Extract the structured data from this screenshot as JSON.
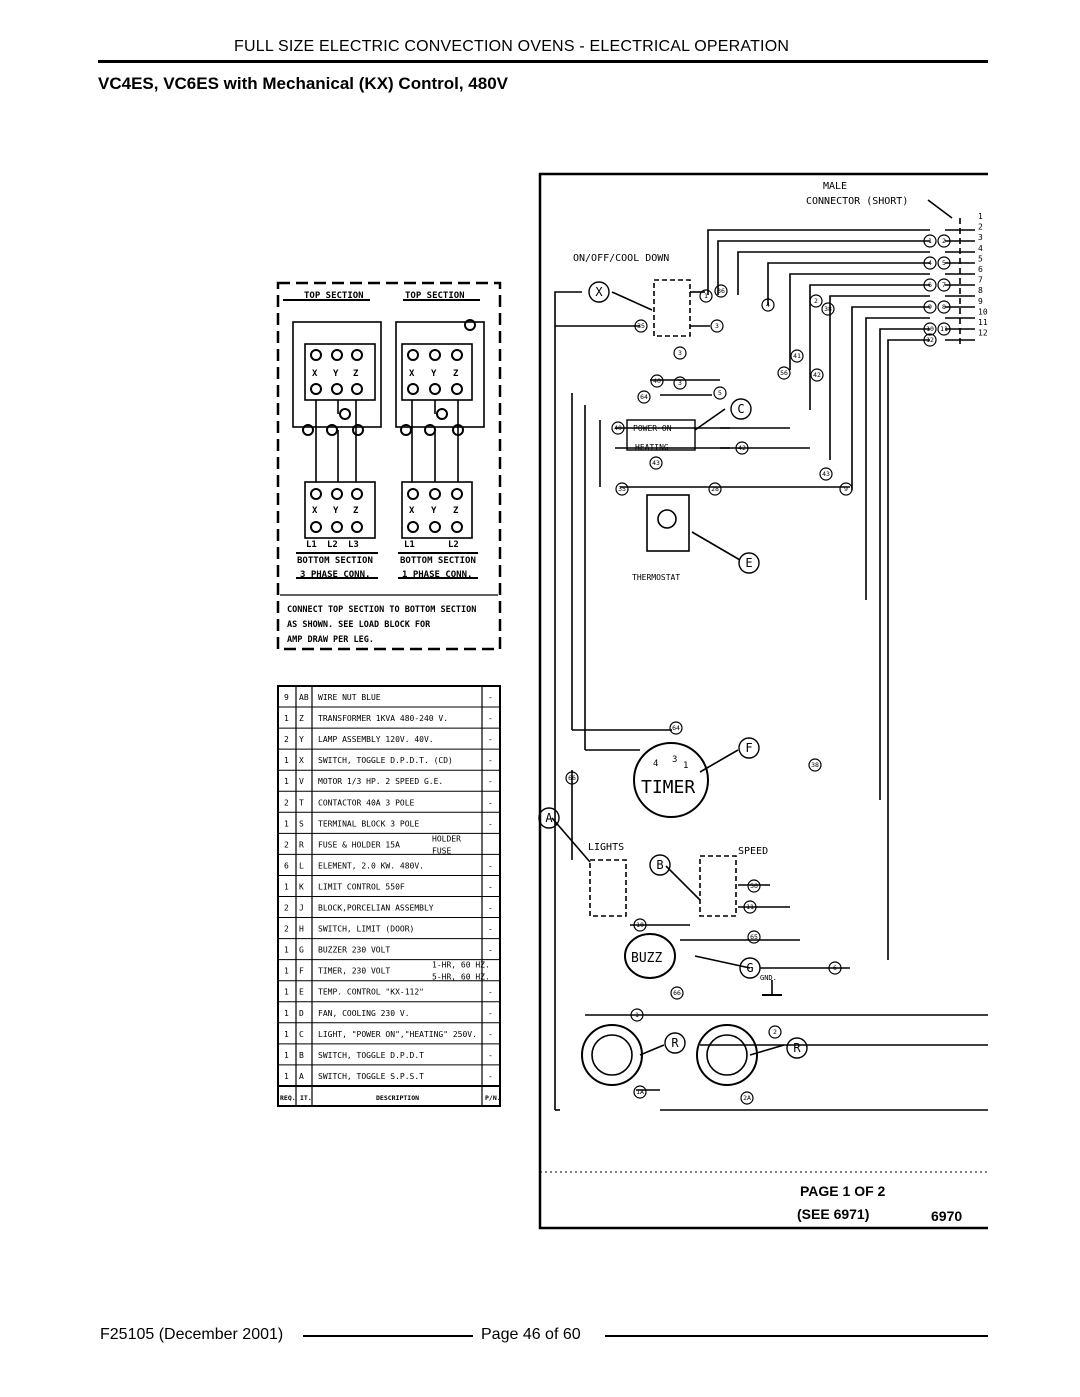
{
  "header": {
    "title": "FULL SIZE ELECTRIC CONVECTION OVENS - ELECTRICAL OPERATION",
    "subtitle": "VC4ES, VC6ES with Mechanical (KX) Control, 480V"
  },
  "connection_panel": {
    "top_label_1": "TOP SECTION",
    "top_label_2": "TOP SECTION",
    "bottom_label_1": "BOTTOM SECTION",
    "bottom_label_2": "BOTTOM SECTION",
    "conn_3ph": "3 PHASE CONN.",
    "conn_1ph": "1 PHASE CONN.",
    "x": "X",
    "y": "Y",
    "z": "Z",
    "l1": "L1",
    "l2": "L2",
    "l3": "L3",
    "note_1": "CONNECT TOP SECTION TO BOTTOM SECTION",
    "note_2": "AS SHOWN. SEE LOAD BLOCK FOR",
    "note_3": "AMP DRAW PER LEG."
  },
  "parts_table": {
    "header_req": "REQ.",
    "header_it": "IT.",
    "header_desc": "DESCRIPTION",
    "header_pn": "P/N.",
    "rows": [
      {
        "req": "9",
        "it": "AB",
        "desc": "WIRE NUT BLUE",
        "extra": "",
        "pn": "-"
      },
      {
        "req": "1",
        "it": "Z",
        "desc": "TRANSFORMER 1KVA 480-240 V.",
        "extra": "",
        "pn": "-"
      },
      {
        "req": "2",
        "it": "Y",
        "desc": "LAMP ASSEMBLY 120V. 40V.",
        "extra": "",
        "pn": "-"
      },
      {
        "req": "1",
        "it": "X",
        "desc": "SWITCH, TOGGLE D.P.D.T. (CD)",
        "extra": "",
        "pn": "-"
      },
      {
        "req": "1",
        "it": "V",
        "desc": "MOTOR 1/3 HP. 2 SPEED G.E.",
        "extra": "",
        "pn": "-"
      },
      {
        "req": "2",
        "it": "T",
        "desc": "CONTACTOR 40A 3 POLE",
        "extra": "",
        "pn": "-"
      },
      {
        "req": "1",
        "it": "S",
        "desc": "TERMINAL BLOCK 3 POLE",
        "extra": "",
        "pn": "-"
      },
      {
        "req": "2",
        "it": "R",
        "desc": "FUSE & HOLDER 15A",
        "extra": "HOLDER",
        "extra2": "FUSE",
        "pn": ""
      },
      {
        "req": "6",
        "it": "L",
        "desc": "ELEMENT, 2.0 KW. 480V.",
        "extra": "",
        "pn": "-"
      },
      {
        "req": "1",
        "it": "K",
        "desc": "LIMIT CONTROL 550F",
        "extra": "",
        "pn": "-"
      },
      {
        "req": "2",
        "it": "J",
        "desc": "BLOCK,PORCELIAN ASSEMBLY",
        "extra": "",
        "pn": "-"
      },
      {
        "req": "2",
        "it": "H",
        "desc": "SWITCH, LIMIT (DOOR)",
        "extra": "",
        "pn": "-"
      },
      {
        "req": "1",
        "it": "G",
        "desc": "BUZZER 230 VOLT",
        "extra": "",
        "pn": "-"
      },
      {
        "req": "1",
        "it": "F",
        "desc": "TIMER, 230 VOLT",
        "extra": "1-HR, 60 HZ.",
        "extra2": "5-HR, 60 HZ.",
        "pn": ""
      },
      {
        "req": "1",
        "it": "E",
        "desc": "TEMP. CONTROL \"KX-112\"",
        "extra": "",
        "pn": "-"
      },
      {
        "req": "1",
        "it": "D",
        "desc": "FAN, COOLING 230 V.",
        "extra": "",
        "pn": "-"
      },
      {
        "req": "1",
        "it": "C",
        "desc": "LIGHT, \"POWER ON\",\"HEATING\" 250V.",
        "extra": "",
        "pn": "-"
      },
      {
        "req": "1",
        "it": "B",
        "desc": "SWITCH, TOGGLE D.P.D.T",
        "extra": "",
        "pn": "-"
      },
      {
        "req": "1",
        "it": "A",
        "desc": "SWITCH, TOGGLE S.P.S.T",
        "extra": "",
        "pn": "-"
      }
    ]
  },
  "schematic": {
    "male_connector_1": "MALE",
    "male_connector_2": "CONNECTOR (SHORT)",
    "on_off": "ON/OFF/COOL DOWN",
    "power_on": "POWER ON",
    "heating": "HEATING",
    "thermostat": "THERMOSTAT",
    "timer": "TIMER",
    "lights": "LIGHTS",
    "speed": "SPEED",
    "buzz": "BUZZ",
    "gnd": "GND.",
    "pins": [
      "1",
      "2",
      "3",
      "4",
      "5",
      "6",
      "7",
      "8",
      "9",
      "10",
      "11",
      "12"
    ],
    "letters": {
      "x": "X",
      "c": "C",
      "e": "E",
      "f": "F",
      "a": "A",
      "b": "B",
      "g": "G",
      "r1": "R",
      "r2": "R"
    },
    "wires": {
      "w1": "1",
      "w2": "2",
      "w3": "3",
      "w4": "4",
      "w5": "5",
      "w6": "6",
      "w7": "7",
      "w8": "8",
      "w9": "9",
      "w10": "10",
      "w11": "11",
      "w12": "12",
      "w35": "35",
      "w36": "36",
      "w38": "38",
      "w40": "40",
      "w41": "41",
      "w42": "42",
      "w43": "43",
      "w56": "56",
      "w64": "64",
      "w65": "65",
      "w66": "66",
      "w28": "28",
      "w1a": "1A",
      "w2a": "2A"
    },
    "timer_4": "4",
    "timer_3": "3",
    "timer_1": "1"
  },
  "stamp": {
    "page_of": "PAGE 1 OF 2",
    "see": "(SEE 6971)",
    "figure": "6970"
  },
  "footer": {
    "doc": "F25105 (December 2001)",
    "page": "Page 46 of  60"
  }
}
